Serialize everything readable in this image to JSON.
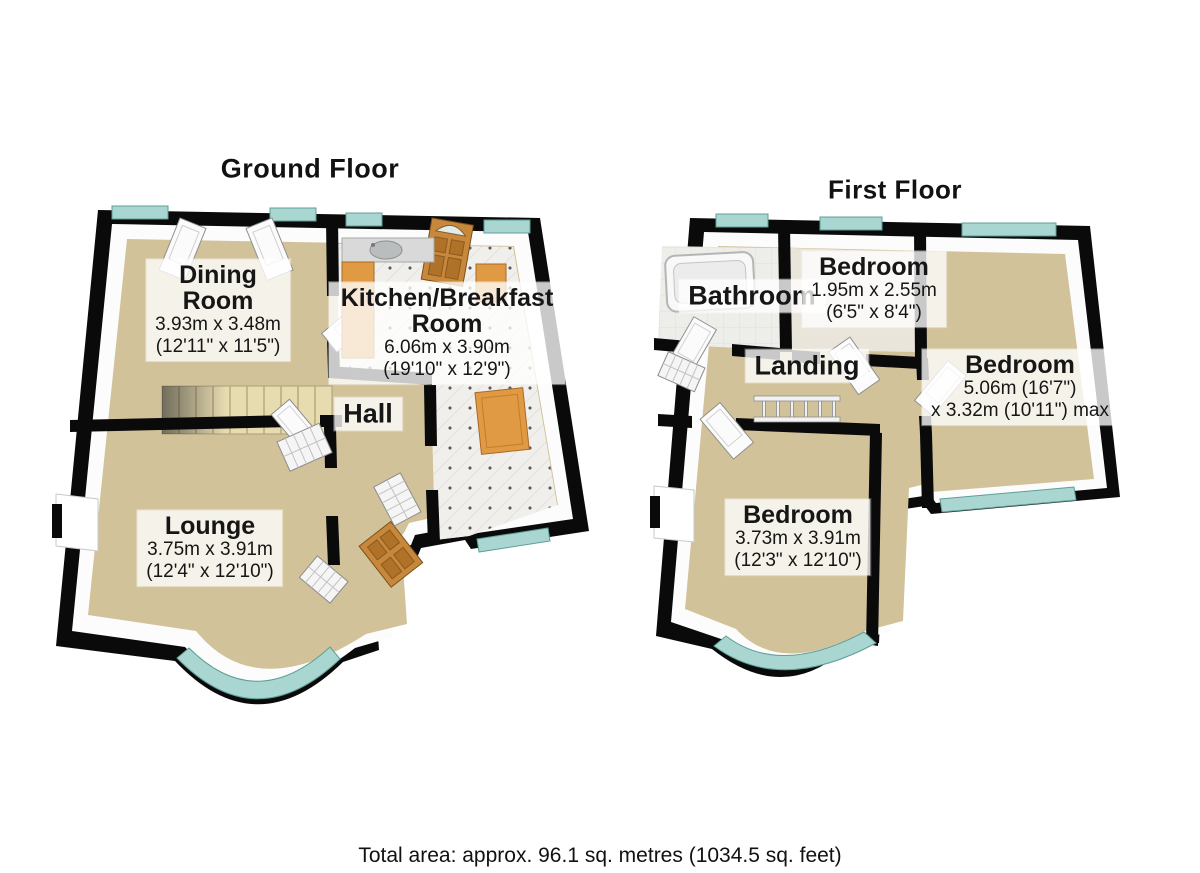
{
  "ground_floor": {
    "title": "Ground Floor",
    "rooms": {
      "dining": {
        "name": "Dining Room",
        "metric": "3.93m x 3.48m",
        "imperial": "(12'11\" x 11'5\")"
      },
      "kitchen": {
        "name": "Kitchen/Breakfast Room",
        "metric": "6.06m x 3.90m",
        "imperial": "(19'10\" x 12'9\")"
      },
      "hall": {
        "name": "Hall"
      },
      "lounge": {
        "name": "Lounge",
        "metric": "3.75m x 3.91m",
        "imperial": "(12'4\" x 12'10\")"
      }
    }
  },
  "first_floor": {
    "title": "First Floor",
    "rooms": {
      "bathroom": {
        "name": "Bathroom"
      },
      "bedroom_small": {
        "name": "Bedroom",
        "metric": "1.95m x 2.55m",
        "imperial": "(6'5\" x 8'4\")"
      },
      "landing": {
        "name": "Landing"
      },
      "bedroom_right": {
        "name": "Bedroom",
        "metric": "5.06m (16'7\")",
        "imperial": "x 3.32m (10'11\") max"
      },
      "bedroom_front": {
        "name": "Bedroom",
        "metric": "3.73m x 3.91m",
        "imperial": "(12'3\" x 12'10\")"
      }
    }
  },
  "footer": {
    "total_area": "Total area: approx. 96.1 sq. metres (1034.5 sq. feet)"
  },
  "colors": {
    "wall": "#0a0a0a",
    "carpet": "#d2c29a",
    "window_glass": "#a9d6d0",
    "wood_door": "#c8883c",
    "cabinet": "#e09a44",
    "kitchen_tile": "#f0efec"
  }
}
